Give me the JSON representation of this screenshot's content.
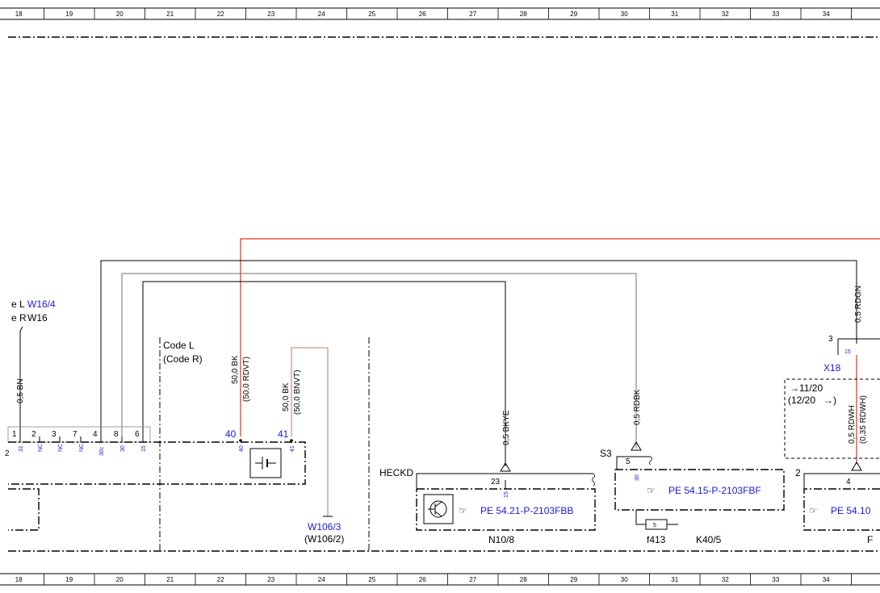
{
  "ruler": {
    "columns": [
      "18",
      "19",
      "20",
      "21",
      "22",
      "23",
      "24",
      "25",
      "26",
      "27",
      "28",
      "29",
      "30",
      "31",
      "32",
      "33",
      "34"
    ]
  },
  "colors": {
    "wire_black": "#000000",
    "wire_red": "#e0301e",
    "wire_brown": "#b8896a",
    "wire_grey": "#808080",
    "ref_blue": "#1a1ad6"
  },
  "w16": {
    "line1_prefix": "e L",
    "line1_ref": "W16/4",
    "line2_prefix": "e R",
    "line2_ref": "W16",
    "wire": "0,5 BN"
  },
  "connector": {
    "pins_top": [
      "1",
      "2",
      "3",
      "7",
      "4",
      "8",
      "6"
    ],
    "pins_bottom": [
      "31",
      "NC",
      "NC",
      "NC",
      "30c",
      "30",
      "15"
    ],
    "edge_pin": "2"
  },
  "code_note": {
    "line1": "Code L",
    "line2": "(Code R)"
  },
  "battery": {
    "wire1_a": "50,0 BK",
    "wire1_b": "(50,0 RDVT)",
    "wire2_a": "50,0 BK",
    "wire2_b": "(50,0 BNVT)",
    "pin40": "40",
    "pin41": "41",
    "pin40_small": "40",
    "pin41_small": "41",
    "ground_ref": "W106/3",
    "ground_alt": "(W106/2)"
  },
  "heckd": {
    "label": "HECKD",
    "wire": "0,5 BKYE",
    "pin_top": "23",
    "pin_bottom": "15",
    "ref": "PE 54.21-P-2103FBB",
    "component": "N10/8"
  },
  "s3": {
    "label": "S3",
    "wire": "0,5 RDBK",
    "pin": "5",
    "pin_bottom": "30",
    "ref": "PE 54.15-P-2103FBF",
    "fuse_pin": "5",
    "fuse": "f413",
    "component": "K40/5"
  },
  "x18": {
    "wire_top": "0,5 RDGN",
    "pin": "3",
    "pin_small": "15",
    "ref": "X18",
    "box_line1": "11/20",
    "box_line2": "(12/20",
    "wire_a": "0,5 RDWH",
    "wire_b": "(0,35 RDWH)",
    "pin_left": "2",
    "pin_inner": "4",
    "ref_partial": "PE 54.10",
    "component_partial": "F"
  }
}
